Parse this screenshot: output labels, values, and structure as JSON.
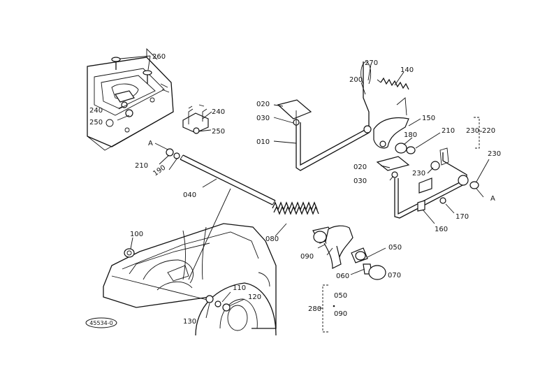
{
  "diagram": {
    "part_labels": {
      "p260": "260",
      "p240a": "240",
      "p250a": "250",
      "p240b": "240",
      "p250b": "250",
      "pA1": "A",
      "p210a": "210",
      "p190": "190",
      "p040": "040",
      "p270": "270",
      "p140": "140",
      "p200": "200",
      "p020a": "020",
      "p030a": "030",
      "p010": "010",
      "p150": "150",
      "p180": "180",
      "p210b": "210",
      "p230a": "230",
      "p220": "220",
      "p230b": "230",
      "p230c": "230",
      "p020b": "020",
      "p030b": "030",
      "pA2": "A",
      "p170": "170",
      "p160": "160",
      "p100": "100",
      "p080": "080",
      "p050": "050",
      "p090": "090",
      "p060": "060",
      "p070": "070",
      "p110": "110",
      "p120": "120",
      "p130": "130",
      "p280": "280",
      "p280_050": "050",
      "p280_090": "090"
    },
    "figure_code": "45534-0"
  }
}
